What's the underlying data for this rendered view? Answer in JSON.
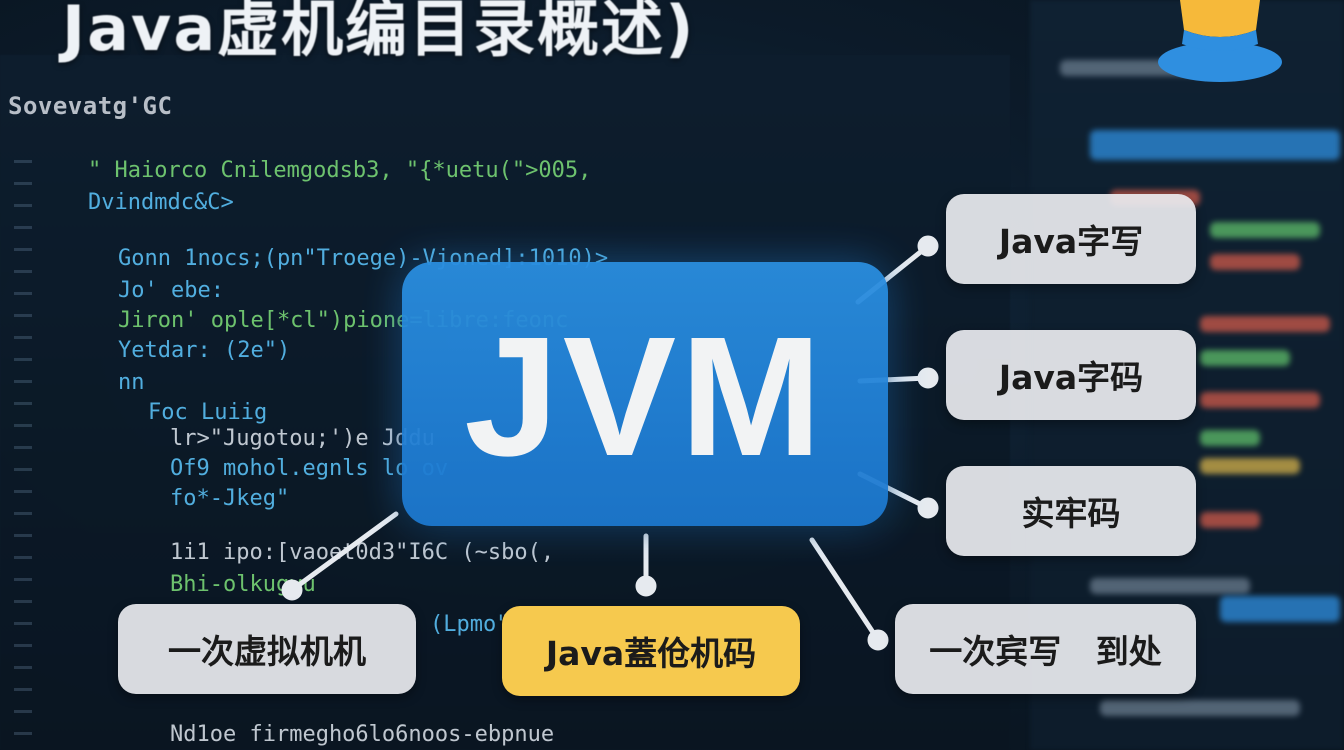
{
  "title": "Java虚机编目录概述)",
  "editor": {
    "header": "Sovevatg'GC",
    "lines": [
      "\" Haiorco Cnilemgodsb3, \"{*uetu(\">005,",
      "Dvindmdc&C>",
      "Gonn 1nocs;(pn\"Troege)-Vjoned]:1010)>",
      "Jo' ebe:",
      "Jiron'  ople[*cl\")pione=libre:feonc",
      "Yetdar: (2e\")",
      "nn",
      "Foc Luiig",
      "lr>\"Jugotou;')e Jddu",
      "Of9 mohol.egnls lo ov",
      "fo*-Jkeg\"",
      "1i1 ipo:[vaoet0d3\"I6C (~sbo(,",
      "Bhi-olkugyu",
      "(Lpmo\"0",
      "Nd1oe firmegho6lo6noos-ebpnue"
    ]
  },
  "diagram": {
    "center": {
      "label": "JVM"
    },
    "nodes": [
      {
        "label": "Java字写"
      },
      {
        "label": "Java字码"
      },
      {
        "label": "实牢码"
      },
      {
        "label": "一次宾写   到处"
      },
      {
        "label": "Java蓋伧机码"
      },
      {
        "label": "一次虚拟机机"
      }
    ]
  },
  "colors": {
    "center_fill": "#2285d8",
    "node_fill": "#e8eaee",
    "highlight_fill": "#f6c94e",
    "connector": "#e6eaef"
  }
}
